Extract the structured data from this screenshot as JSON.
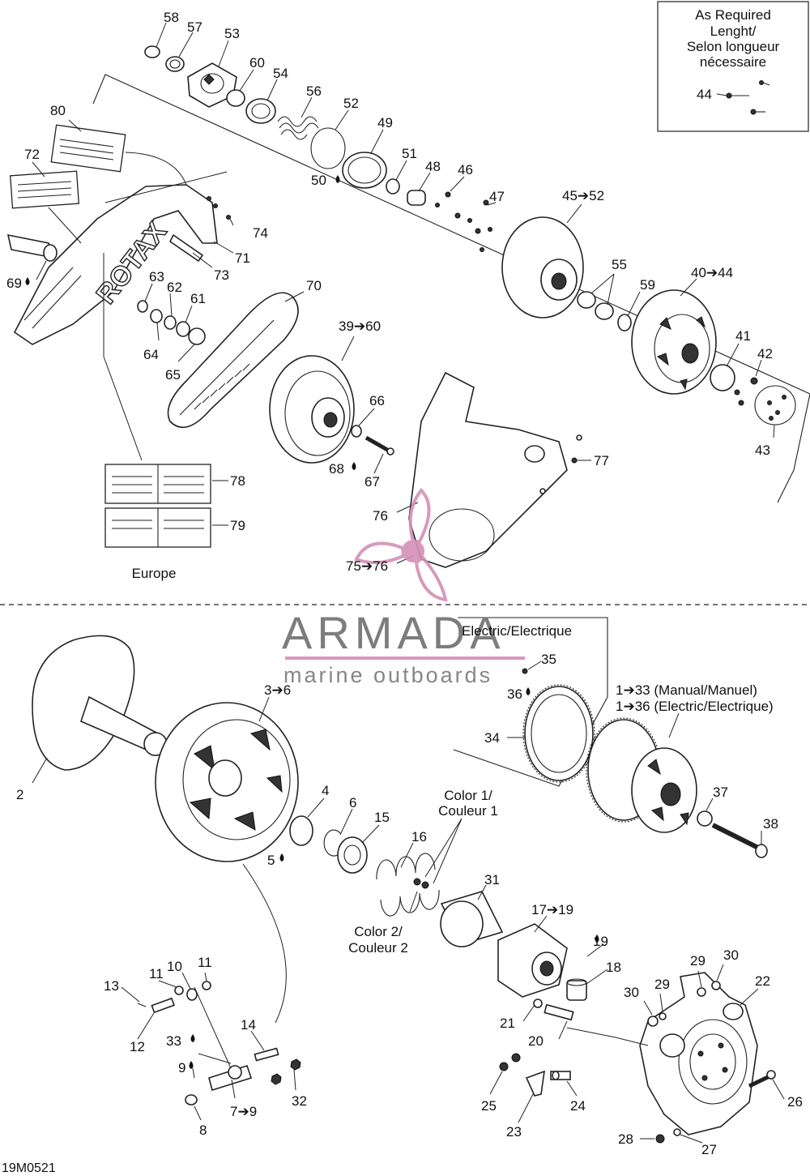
{
  "diagram_code": "19M0521",
  "as_required_box": {
    "line1": "As Required",
    "line2": "Lenght/",
    "line3": "Selon longueur",
    "line4": "nécessaire"
  },
  "electric_box_title": "Electric/Electrique",
  "assembly_note": {
    "manual": "1➔33 (Manual/Manuel)",
    "electric": "1➔36 (Electric/Electrique)"
  },
  "color_notes": {
    "color1_line1": "Color 1/",
    "color1_line2": "Couleur 1",
    "color2_line1": "Color 2/",
    "color2_line2": "Couleur 2"
  },
  "europe_label": "Europe",
  "decal_text": "ROTAX",
  "watermark": {
    "brand": "ARMADA",
    "tagline": "marine outboards"
  },
  "callouts": {
    "c58": "58",
    "c57": "57",
    "c53": "53",
    "c60": "60",
    "c54": "54",
    "c56": "56",
    "c52": "52",
    "c49": "49",
    "c51": "51",
    "c48": "48",
    "c46": "46",
    "c47": "47",
    "c50": "50",
    "c45": "45➔52",
    "c55": "55",
    "c59": "59",
    "c40": "40➔44",
    "c41": "41",
    "c42": "42",
    "c43": "43",
    "c44": "44",
    "c80": "80",
    "c72": "72",
    "c74": "74",
    "c71": "71",
    "c73": "73",
    "c69": "69",
    "c63": "63",
    "c62": "62",
    "c61": "61",
    "c64": "64",
    "c65": "65",
    "c70": "70",
    "c39": "39➔60",
    "c66": "66",
    "c68": "68",
    "c67": "67",
    "c77": "77",
    "c76": "76",
    "c75": "75➔76",
    "c78": "78",
    "c79": "79",
    "c2": "2",
    "c3": "3➔6",
    "c4": "4",
    "c6": "6",
    "c5": "5",
    "c15": "15",
    "c16": "16",
    "c31": "31",
    "c17": "17➔19",
    "c19": "19",
    "c18": "18",
    "c35": "35",
    "c36": "36",
    "c34": "34",
    "c37": "37",
    "c38": "38",
    "c13": "13",
    "c11a": "11",
    "c10": "10",
    "c11b": "11",
    "c12": "12",
    "c14": "14",
    "c33": "33",
    "c9": "9",
    "c7": "7➔9",
    "c8": "8",
    "c32": "32",
    "c21": "21",
    "c20": "20",
    "c30a": "30",
    "c29a": "29",
    "c29b": "29",
    "c30b": "30",
    "c22": "22",
    "c25": "25",
    "c24": "24",
    "c23": "23",
    "c26": "26",
    "c28": "28",
    "c27": "27"
  }
}
